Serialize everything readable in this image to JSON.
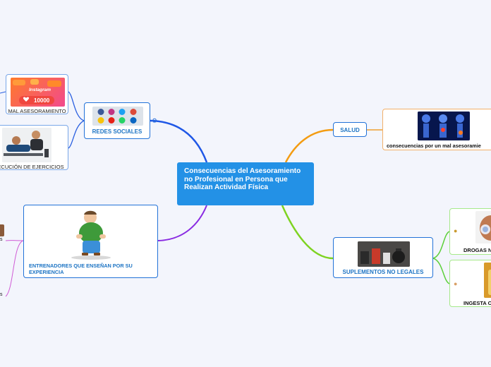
{
  "central": {
    "title": "Consecuencias del Asesoramiento no Profesional en Persona que Realizan Actividad Física"
  },
  "branches": {
    "redes_sociales": {
      "label": "REDES SOCIALES",
      "children": {
        "mal_asesoramiento": "MAL ASESORAMIENTO",
        "ejecucion": "ECUCIÓN DE EJERCICIOS"
      }
    },
    "entrenadores": {
      "label": "ENTRENADORES QUE ENSEÑAN POR SU EXPERIENCIA",
      "children": {
        "left_a": "s",
        "left_b": "s"
      }
    },
    "salud": {
      "label": "SALUD",
      "children": {
        "consecuencias": "consecuencias por un mal asesoramie"
      }
    },
    "suplementos": {
      "label": "SUPLEMENTOS NO LEGALES",
      "children": {
        "drogas": "DROGAS N",
        "ingesta": "INGESTA C"
      }
    }
  },
  "image_text": {
    "instagram": "Instagram",
    "likes": "10000"
  },
  "colors": {
    "central": "#2391e6",
    "redes_sociales": "#1f57e6",
    "entrenadores": "#8a2be2",
    "salud": "#f39c12",
    "suplementos": "#7ed321",
    "suplementos_children": "#5ccf3a",
    "entrenadores_children": "#d05bd6"
  },
  "icons": [
    "globe-icon",
    "money-bag-icon",
    "flexed-biceps-icon"
  ]
}
